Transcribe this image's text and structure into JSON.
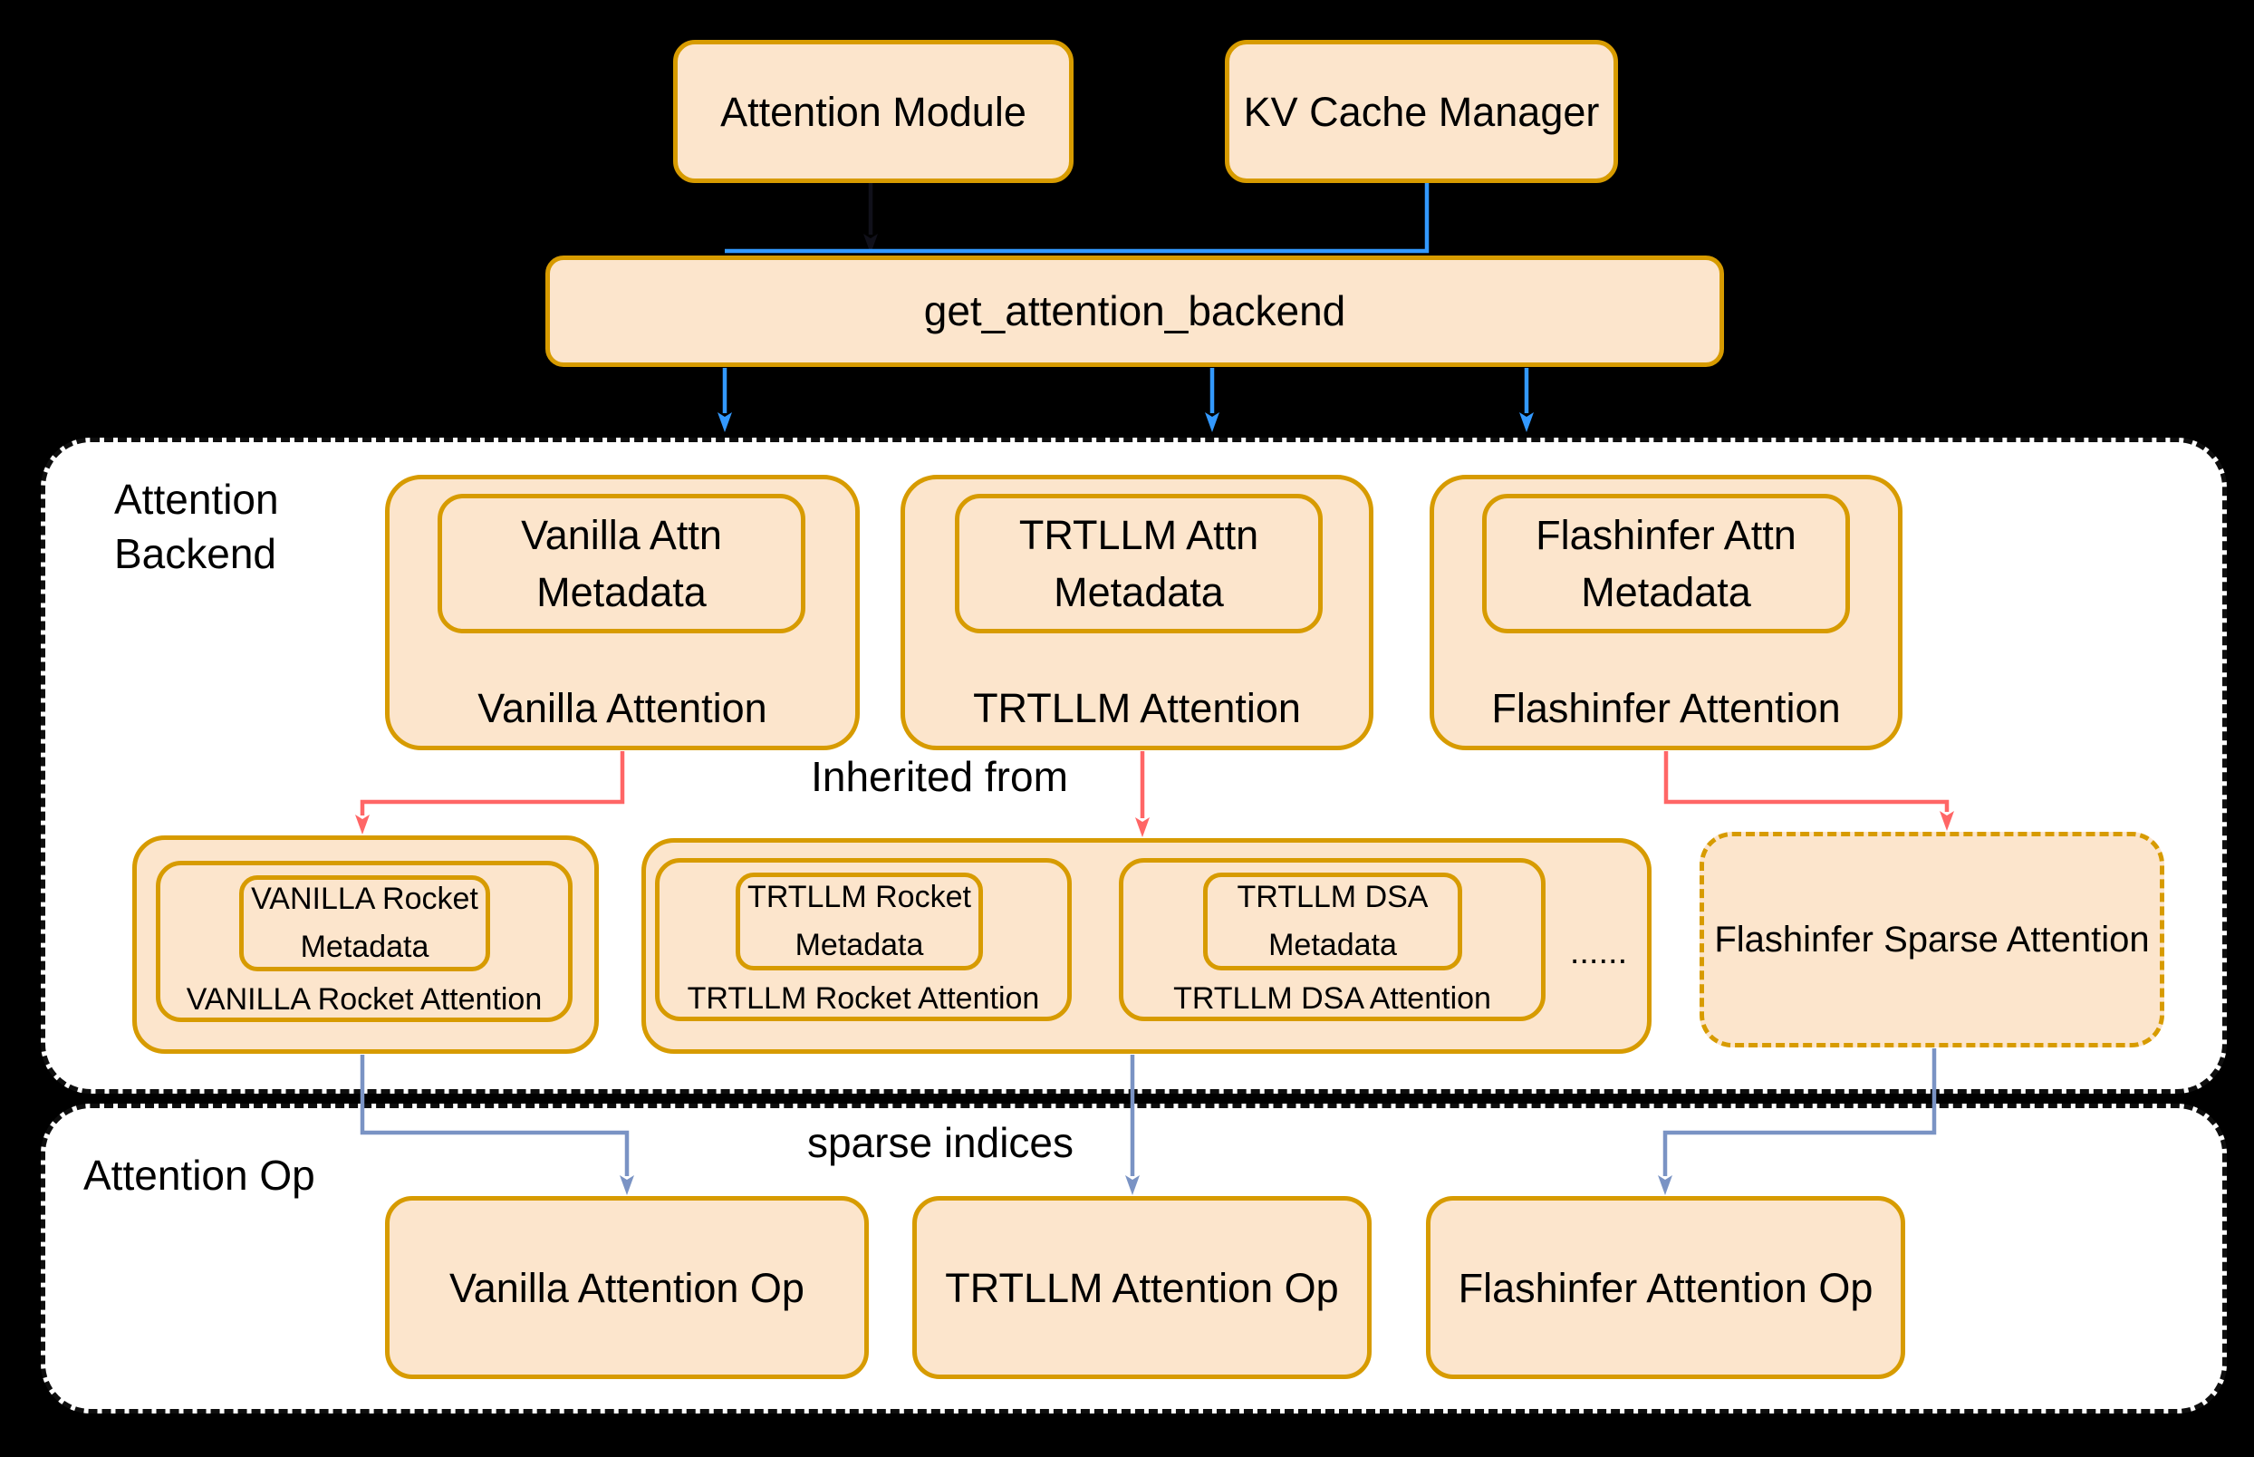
{
  "diagram_title": "Attention backend architecture",
  "colors": {
    "background": "#000000",
    "node_fill": "#FCE5CC",
    "node_stroke": "#D79B00",
    "container_fill": "#FFFFFF",
    "container_stroke": "#0E0E0E",
    "arrow_blue": "#3399FF",
    "arrow_red": "#FF6666",
    "arrow_slate": "#7A93C4",
    "arrow_dark": "#10101A",
    "text": "#000000"
  },
  "top": {
    "attention_module": "Attention Module",
    "kv_cache_manager": "KV Cache Manager",
    "get_attention_backend": "get_attention_backend"
  },
  "backend_section": {
    "label": "Attention\nBackend",
    "backends": [
      {
        "metadata": "Vanilla Attn\nMetadata",
        "label": "Vanilla Attention"
      },
      {
        "metadata": "TRTLLM Attn\nMetadata",
        "label": "TRTLLM Attention"
      },
      {
        "metadata": "Flashinfer Attn\nMetadata",
        "label": "Flashinfer Attention"
      }
    ],
    "inherited_label": "Inherited from",
    "inherited": [
      {
        "metadata": "VANILLA Rocket\nMetadata",
        "label": "VANILLA Rocket Attention"
      },
      {
        "metadata": "TRTLLM Rocket\nMetadata",
        "label": "TRTLLM Rocket Attention"
      },
      {
        "metadata": "TRTLLM DSA\nMetadata",
        "label": "TRTLLM DSA Attention"
      }
    ],
    "ellipsis": "......",
    "flashinfer_sparse": "Flashinfer Sparse Attention"
  },
  "op_section": {
    "label": "Attention Op",
    "sparse_indices_label": "sparse indices",
    "ops": [
      "Vanilla Attention Op",
      "TRTLLM Attention Op",
      "Flashinfer Attention Op"
    ]
  }
}
